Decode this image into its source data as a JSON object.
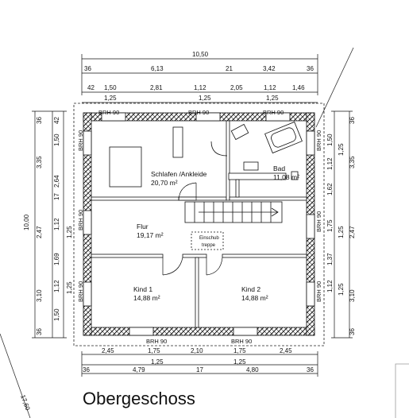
{
  "title": "Obergeschoss",
  "rooms": {
    "schlafen": {
      "name": "Schlafen /Ankleide",
      "area": "20,70 m²"
    },
    "bad": {
      "name": "Bad",
      "area": "11,08 m²"
    },
    "flur": {
      "name": "Flur",
      "area": "19,17 m²"
    },
    "kind1": {
      "name": "Kind 1",
      "area": "14,88 m²"
    },
    "kind2": {
      "name": "Kind 2",
      "area": "14,88 m²"
    },
    "einschub": {
      "line1": "Einschub",
      "line2": "treppe"
    }
  },
  "brh": "BRH 90",
  "dims": {
    "top_total": "10,50",
    "top_row1": [
      "36",
      "6,13",
      "21",
      "3,42",
      "36"
    ],
    "top_row2": [
      "42",
      "1,50",
      "2,81",
      "1,12",
      "2,05",
      "1,12",
      "1,46"
    ],
    "top_row3": [
      "1,25",
      "1,25",
      "1,25"
    ],
    "bottom_row1": [
      "2,45",
      "1,75",
      "2,10",
      "1,75",
      "2,45"
    ],
    "bottom_row2": [
      "1,25",
      "1,25"
    ],
    "bottom_row3": [
      "36",
      "4,79",
      "17",
      "4,80",
      "36"
    ],
    "left_total": "10,00",
    "left_outer": [
      "36",
      "3,35",
      "2,47",
      "3,10",
      "36"
    ],
    "left_inner": [
      "42",
      "1,50",
      "2,64",
      "1,12",
      "1,69",
      "1,12",
      "1,50"
    ],
    "left_small": [
      "17"
    ],
    "left_brh_dims": [
      "1,25",
      "1,25"
    ],
    "right_outer": [
      "36",
      "3,35",
      "2,47",
      "3,10",
      "36"
    ],
    "right_inner": [
      "1,50",
      "1,12",
      "1,62",
      "1,75",
      "1,37",
      "1,12"
    ],
    "right_brh_dims": [
      "1,25",
      "1,25",
      "1,25"
    ],
    "site": "17,60"
  }
}
